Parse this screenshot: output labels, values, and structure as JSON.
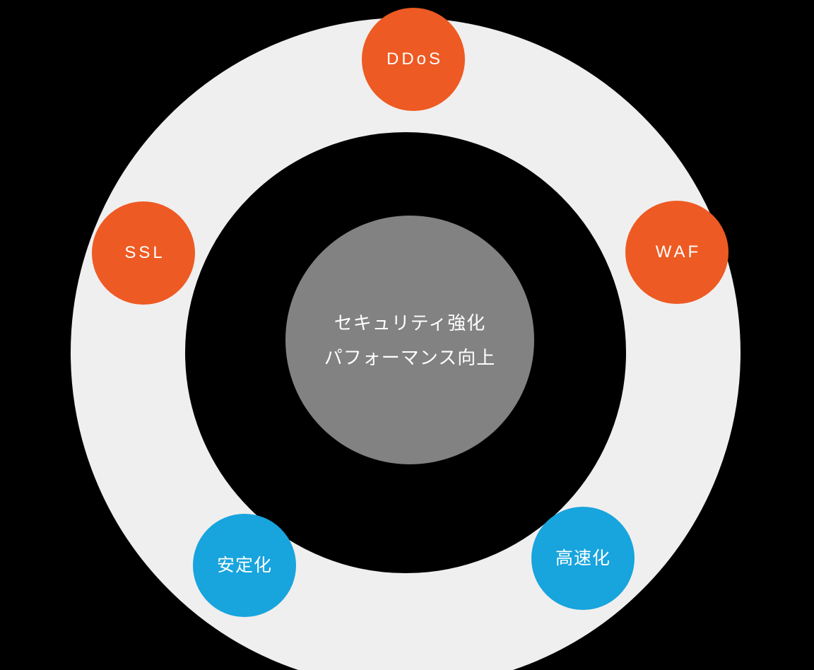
{
  "diagram": {
    "background_color": "#000000",
    "ring_color": "#F0EFEF",
    "center": {
      "color": "#828282",
      "text_color": "#FFFFFF",
      "lines": [
        "セキュリティ強化",
        "パフォーマンス向上"
      ]
    },
    "nodes": [
      {
        "label": "DDoS",
        "color": "#EE5A23",
        "position": "top"
      },
      {
        "label": "SSL",
        "color": "#EE5A23",
        "position": "left"
      },
      {
        "label": "WAF",
        "color": "#EE5A23",
        "position": "right"
      },
      {
        "label": "安定化",
        "color": "#18A4DD",
        "position": "bottom-left"
      },
      {
        "label": "高速化",
        "color": "#18A4DD",
        "position": "bottom-right"
      }
    ],
    "accent_orange": "#EE5A23",
    "accent_blue": "#18A4DD"
  }
}
